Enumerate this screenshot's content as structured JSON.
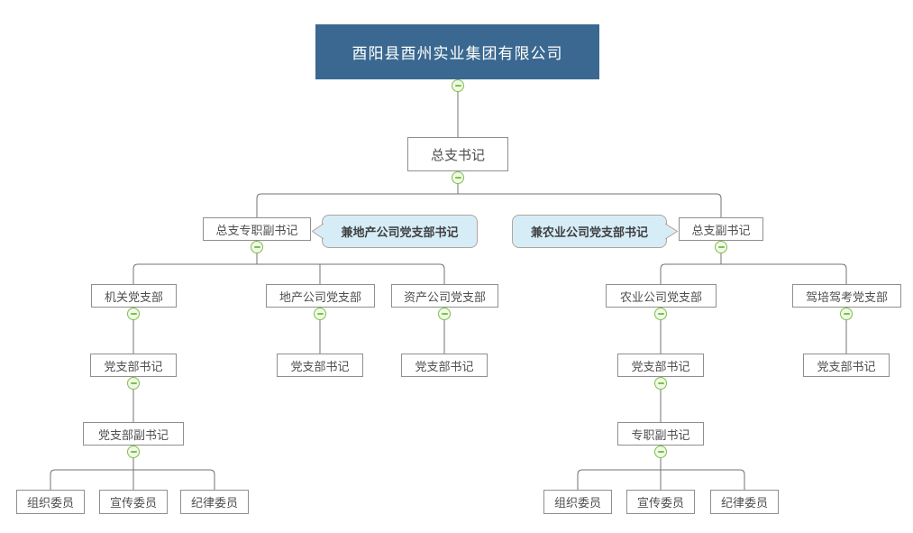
{
  "diagram": {
    "nodes": {
      "company": "酉阳县酉州实业集团有限公司",
      "general_branch_secretary": "总支书记",
      "full_time_deputy_secretary": "总支专职副书记",
      "deputy_secretary": "总支副书记",
      "callout_left": "兼地产公司党支部书记",
      "callout_right": "兼农业公司党支部书记",
      "branch_jiguan": "机关党支部",
      "branch_dichan": "地产公司党支部",
      "branch_zichan": "资产公司党支部",
      "branch_nongye": "农业公司党支部",
      "branch_jiapei": "驾培驾考党支部",
      "secretary_jiguan": "党支部书记",
      "secretary_dichan": "党支部书记",
      "secretary_zichan": "党支部书记",
      "secretary_nongye": "党支部书记",
      "secretary_jiapei": "党支部书记",
      "deputy_branch_secretary_left": "党支部副书记",
      "full_time_deputy_right": "专职副书记"
    },
    "committees_left": [
      "组织委员",
      "宣传委员",
      "纪律委员"
    ],
    "committees_right": [
      "组织委员",
      "宣传委员",
      "纪律委员"
    ],
    "colors": {
      "company-bg": "#3a6890",
      "company-text": "#ffffff",
      "node-border": "#8f8f8f",
      "node-text": "#4f4f4f",
      "callout-bg": "#d6edf8",
      "callout-border": "#b1a49a",
      "line": "#737373",
      "collapse-green": "#7fbf4d",
      "collapse-bg": "#f0f9e6"
    }
  }
}
